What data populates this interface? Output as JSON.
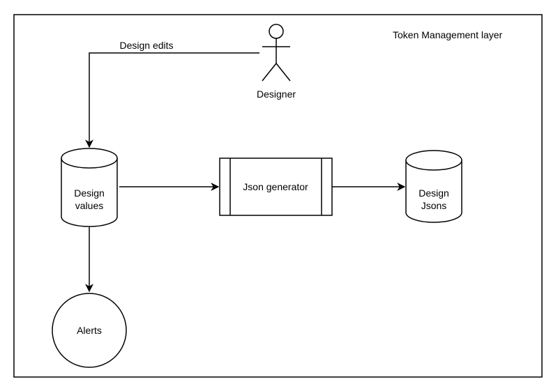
{
  "diagram": {
    "layer_label": "Token Management layer",
    "actor": {
      "label": "Designer"
    },
    "edges": {
      "design_edits_label": "Design edits"
    },
    "nodes": {
      "design_values": {
        "line1": "Design",
        "line2": "values"
      },
      "json_generator": {
        "label": "Json generator"
      },
      "design_jsons": {
        "line1": "Design",
        "line2": "Jsons"
      },
      "alerts": {
        "label": "Alerts"
      }
    }
  }
}
